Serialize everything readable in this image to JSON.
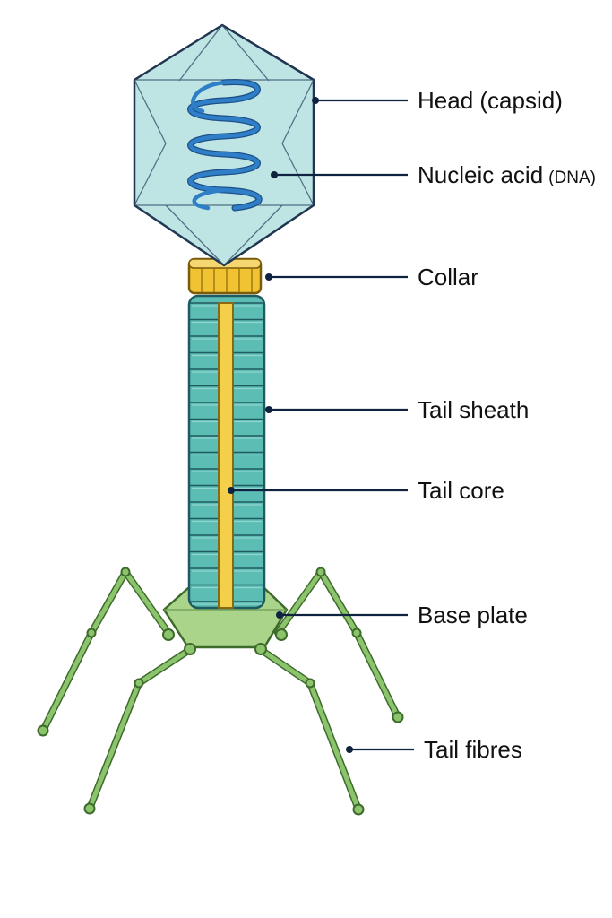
{
  "labels": {
    "head": "Head (capsid)",
    "nucleic_acid": "Nucleic acid",
    "nucleic_acid_note": "(DNA)",
    "collar": "Collar",
    "tail_sheath": "Tail sheath",
    "tail_core": "Tail core",
    "base_plate": "Base plate",
    "tail_fibres": "Tail fibres"
  },
  "colors": {
    "capsid_fill": "#bfe4e4",
    "capsid_stroke": "#1f3550",
    "dna": "#2f7fc8",
    "collar": "#f1c232",
    "sheath": "#5bbdb4",
    "core": "#f3cf4a",
    "base_plate": "#a9d48a",
    "tail_fibres": "#8cc46d",
    "leader_line": "#0f2340"
  }
}
